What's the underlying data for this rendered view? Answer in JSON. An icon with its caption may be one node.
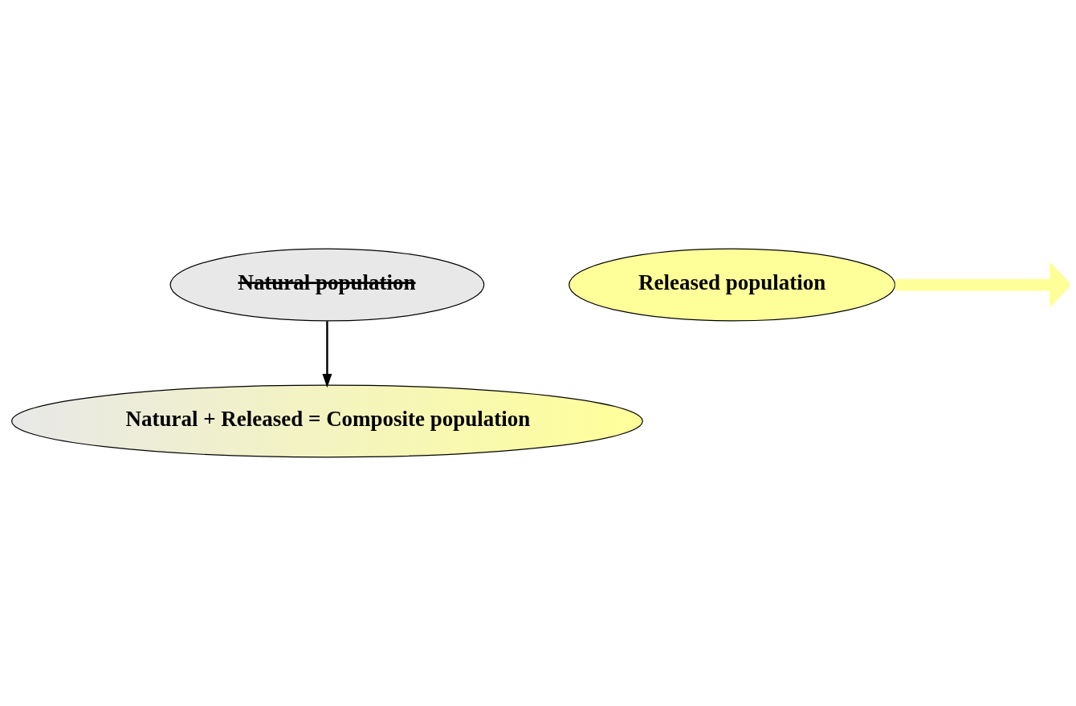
{
  "diagram": {
    "nodes": [
      {
        "text": [
          "Natural population"
        ]
      },
      {
        "text": [
          "Released population"
        ]
      },
      {
        "text": [
          "Natural + Released = Composite population"
        ]
      }
    ],
    "edges": [
      {
        "from": 0,
        "to": 2,
        "arrow": "to"
      },
      {
        "from": 1,
        "to": null,
        "arrow": "to",
        "style": "thick",
        "color": "#ffff99"
      }
    ]
  }
}
